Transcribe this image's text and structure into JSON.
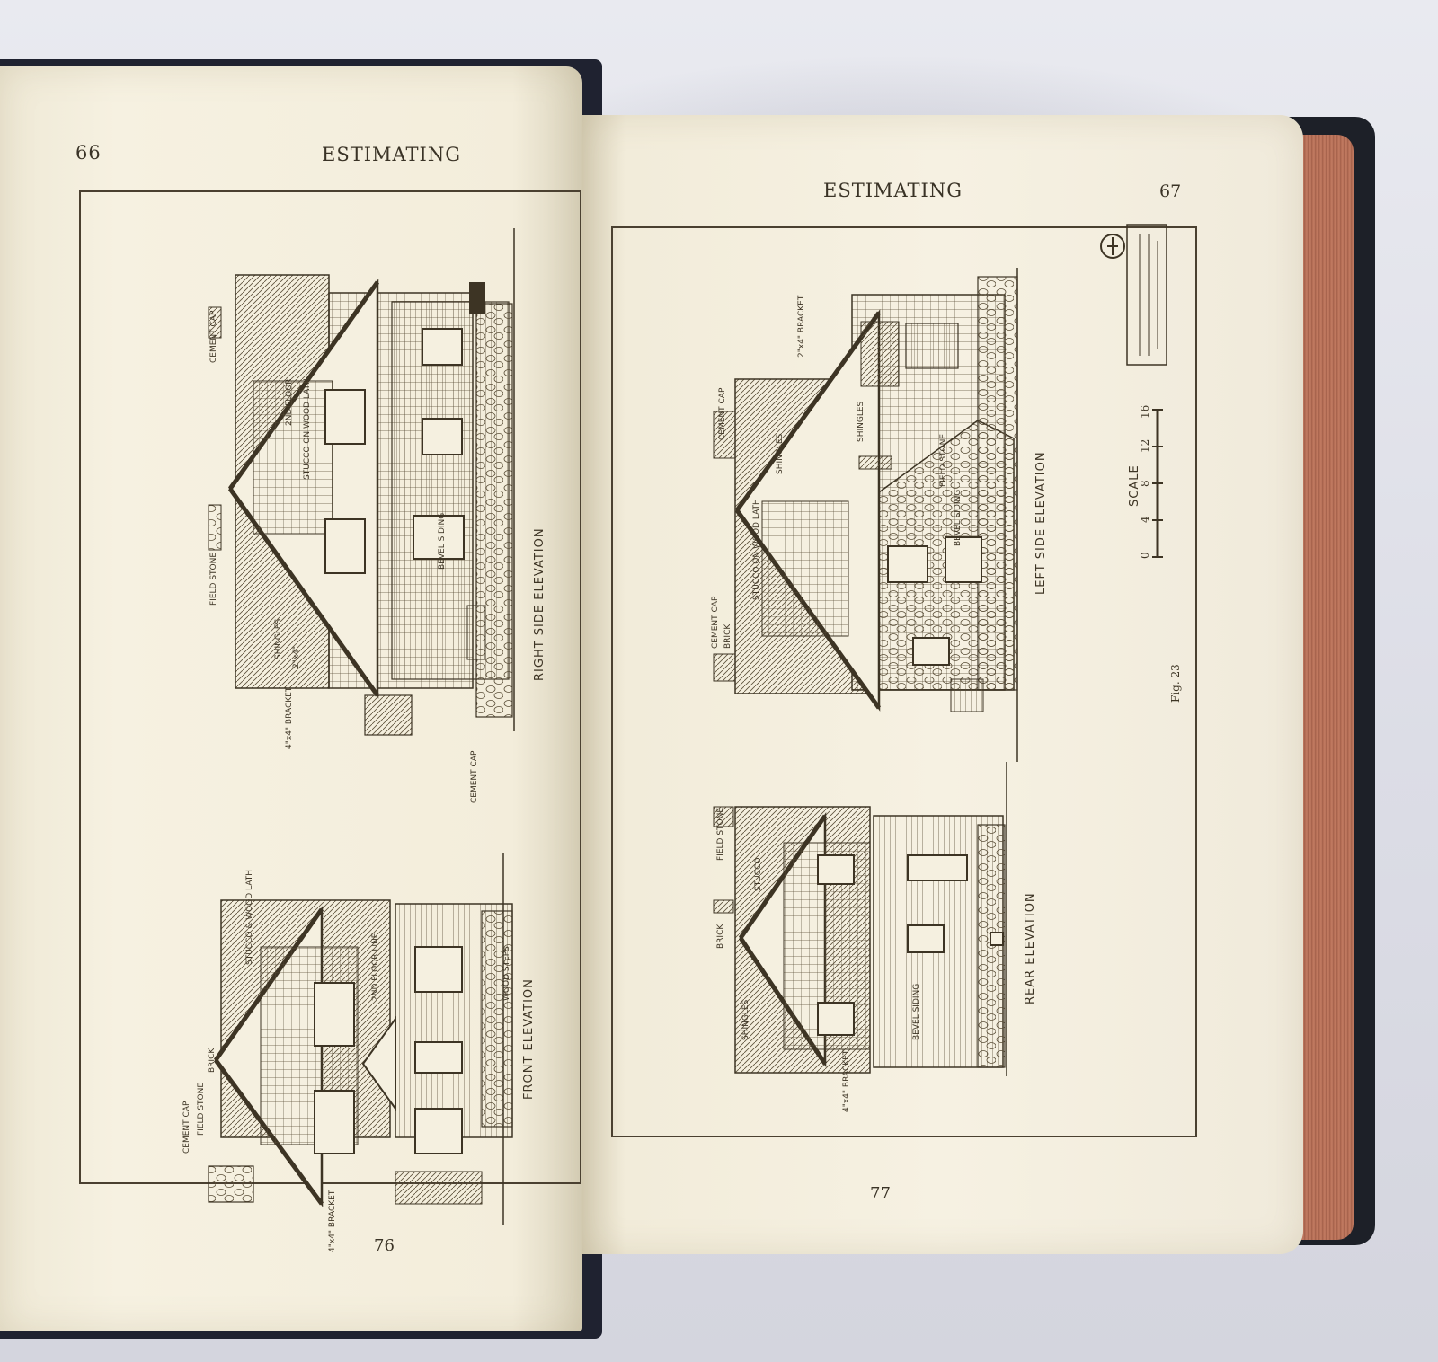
{
  "left_page": {
    "header_number": "66",
    "header_title": "ESTIMATING",
    "bottom_number": "76",
    "drawings": {
      "top": "RIGHT SIDE ELEVATION",
      "bottom": "FRONT ELEVATION"
    }
  },
  "right_page": {
    "header_title": "ESTIMATING",
    "header_number": "67",
    "bottom_number": "77",
    "figure_label": "Fig. 23",
    "scale_title": "SCALE",
    "scale_ticks": [
      "0",
      "4",
      "8",
      "12",
      "16"
    ],
    "drawings": {
      "top": "LEFT SIDE ELEVATION",
      "bottom": "REAR ELEVATION"
    }
  },
  "colors": {
    "paper": "#f5f0e0",
    "ink": "#3d3424",
    "cover": "#1f2230",
    "page_edges": "#b06a52"
  }
}
